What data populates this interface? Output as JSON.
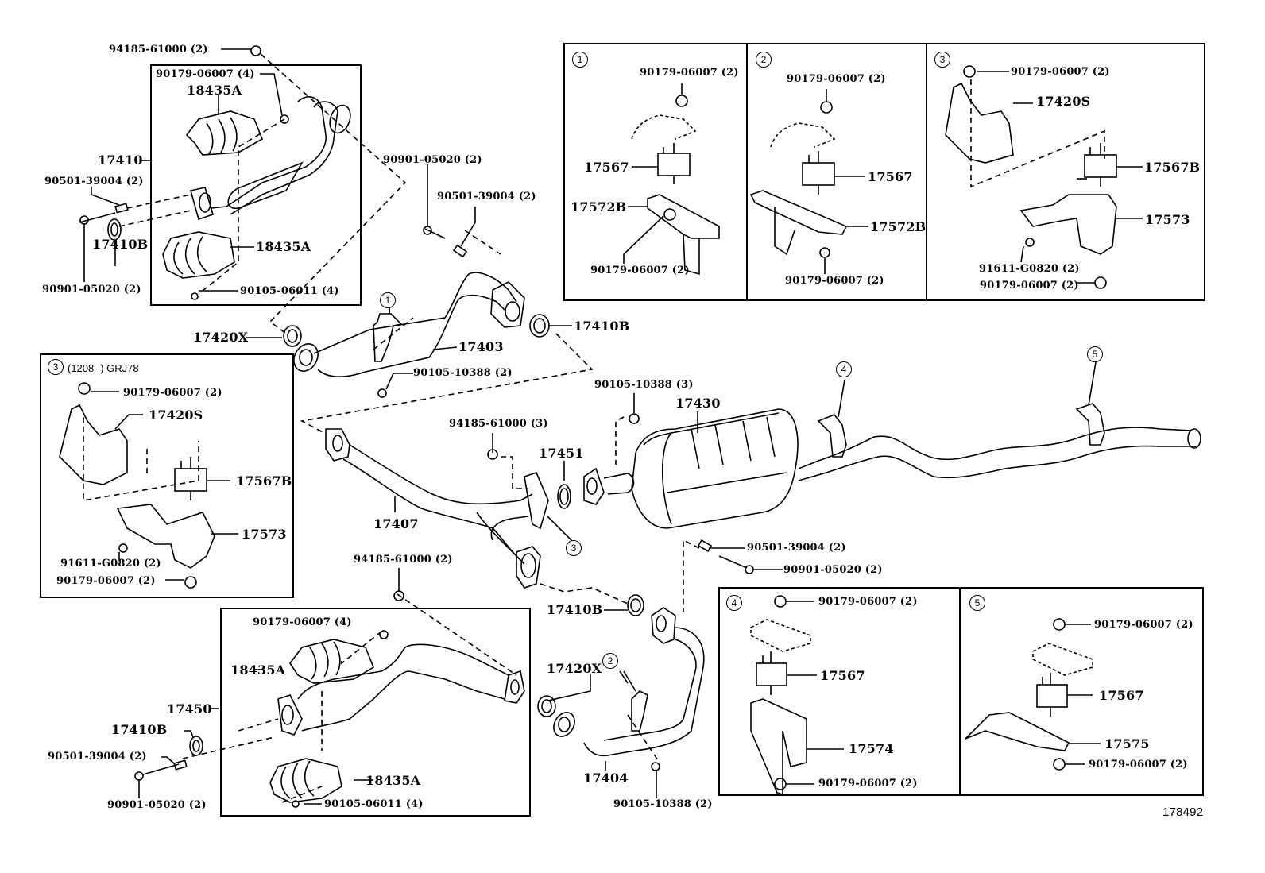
{
  "diagram": {
    "title": "Exhaust pipe parts diagram",
    "figure_number": "178492",
    "callouts": [
      "1",
      "2",
      "3",
      "4",
      "5"
    ],
    "inset_3_left_header": "(1208-      ) GRJ78",
    "labels": {
      "nut_94185_top": "94185-61000 (2)",
      "nut_90179_4_top": "90179-06007 (4)",
      "heat_insul_top_a": "18435A",
      "pipe_17410": "17410",
      "stud_90501_left_top": "90501-39004 (2)",
      "heat_insul_top_b": "18435A",
      "gasket_17410b_left_top": "17410B",
      "bolt_90901_left_top": "90901-05020 (2)",
      "bolt_90105_06011_top": "90105-06011 (4)",
      "bolt_90901_mid": "90901-05020 (2)",
      "stud_90501_mid": "90501-39004 (2)",
      "gasket_17420x_top": "17420X",
      "pipe_17403": "17403",
      "gasket_17410b_mid": "17410B",
      "bolt_90105_10388_2_top": "90105-10388 (2)",
      "bolt_90105_10388_3": "90105-10388 (3)",
      "muffler_17430": "17430",
      "nut_94185_3": "94185-61000 (3)",
      "gasket_17451": "17451",
      "pipe_17407": "17407",
      "nut_94185_bottom": "94185-61000 (2)",
      "stud_90501_right": "90501-39004 (2)",
      "bolt_90901_right": "90901-05020 (2)",
      "gasket_17410b_bottom_mid": "17410B",
      "gasket_17420x_bottom": "17420X",
      "pipe_17404": "17404",
      "bolt_90105_10388_2_bottom": "90105-10388 (2)",
      "nut_90179_4_bottom": "90179-06007 (4)",
      "heat_insul_bottom_a": "18435A",
      "pipe_17450": "17450",
      "gasket_17410b_bottom_left": "17410B",
      "stud_90501_bottom_left": "90501-39004 (2)",
      "heat_insul_bottom_b": "18435A",
      "bolt_90901_bottom_left": "90901-05020 (2)",
      "bolt_90105_06011_bottom": "90105-06011 (4)"
    },
    "insets": {
      "box1": {
        "callout": "1",
        "nut_top": "90179-06007 (2)",
        "mount": "17567",
        "bracket": "17572B",
        "nut_bottom": "90179-06007 (2)"
      },
      "box2": {
        "callout": "2",
        "nut_top": "90179-06007 (2)",
        "mount": "17567",
        "bracket": "17572B",
        "nut_bottom": "90179-06007 (2)"
      },
      "box3": {
        "callout": "3",
        "nut_top": "90179-06007 (2)",
        "bracket_top": "17420S",
        "mount": "17567B",
        "bracket": "17573",
        "bolt": "91611-G0820 (2)",
        "nut_bottom": "90179-06007 (2)"
      },
      "box3_left": {
        "callout": "3",
        "nut_top": "90179-06007 (2)",
        "bracket_top": "17420S",
        "mount": "17567B",
        "bracket": "17573",
        "bolt": "91611-G0820 (2)",
        "nut_bottom": "90179-06007 (2)"
      },
      "box4": {
        "callout": "4",
        "nut_top": "90179-06007 (2)",
        "mount": "17567",
        "bracket": "17574",
        "nut_bottom": "90179-06007 (2)"
      },
      "box5": {
        "callout": "5",
        "nut_top": "90179-06007 (2)",
        "mount": "17567",
        "bracket": "17575",
        "nut_bottom": "90179-06007 (2)"
      }
    }
  }
}
